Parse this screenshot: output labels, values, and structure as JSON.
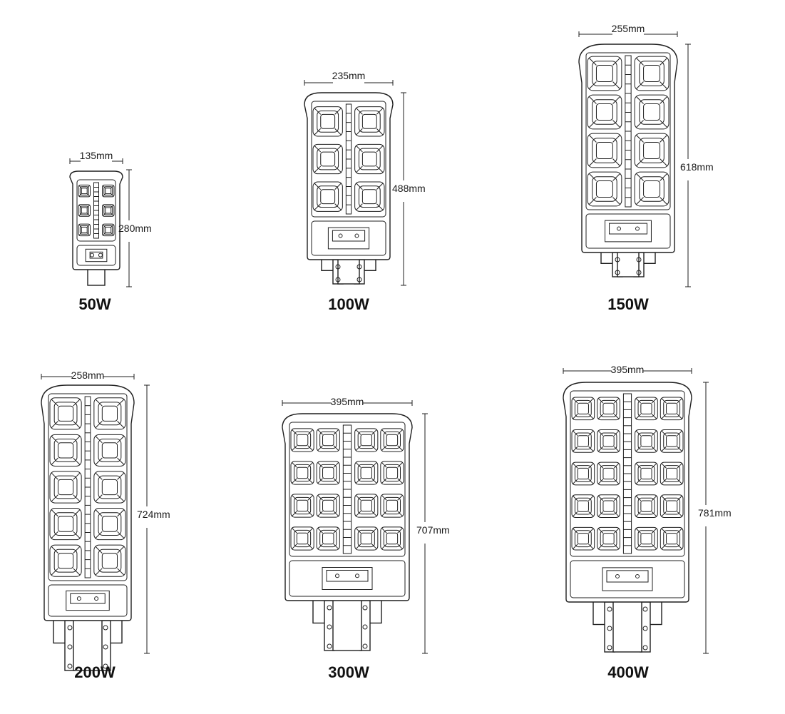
{
  "lamps": [
    {
      "power": "50W",
      "width": "135mm",
      "height": "280mm",
      "led_columns": 2,
      "led_rows": 3
    },
    {
      "power": "100W",
      "width": "235mm",
      "height": "488mm",
      "led_columns": 2,
      "led_rows": 3
    },
    {
      "power": "150W",
      "width": "255mm",
      "height": "618mm",
      "led_columns": 2,
      "led_rows": 4
    },
    {
      "power": "200W",
      "width": "258mm",
      "height": "724mm",
      "led_columns": 2,
      "led_rows": 5
    },
    {
      "power": "300W",
      "width": "395mm",
      "height": "707mm",
      "led_columns": 4,
      "led_rows": 4
    },
    {
      "power": "400W",
      "width": "395mm",
      "height": "781mm",
      "led_columns": 4,
      "led_rows": 5
    }
  ]
}
